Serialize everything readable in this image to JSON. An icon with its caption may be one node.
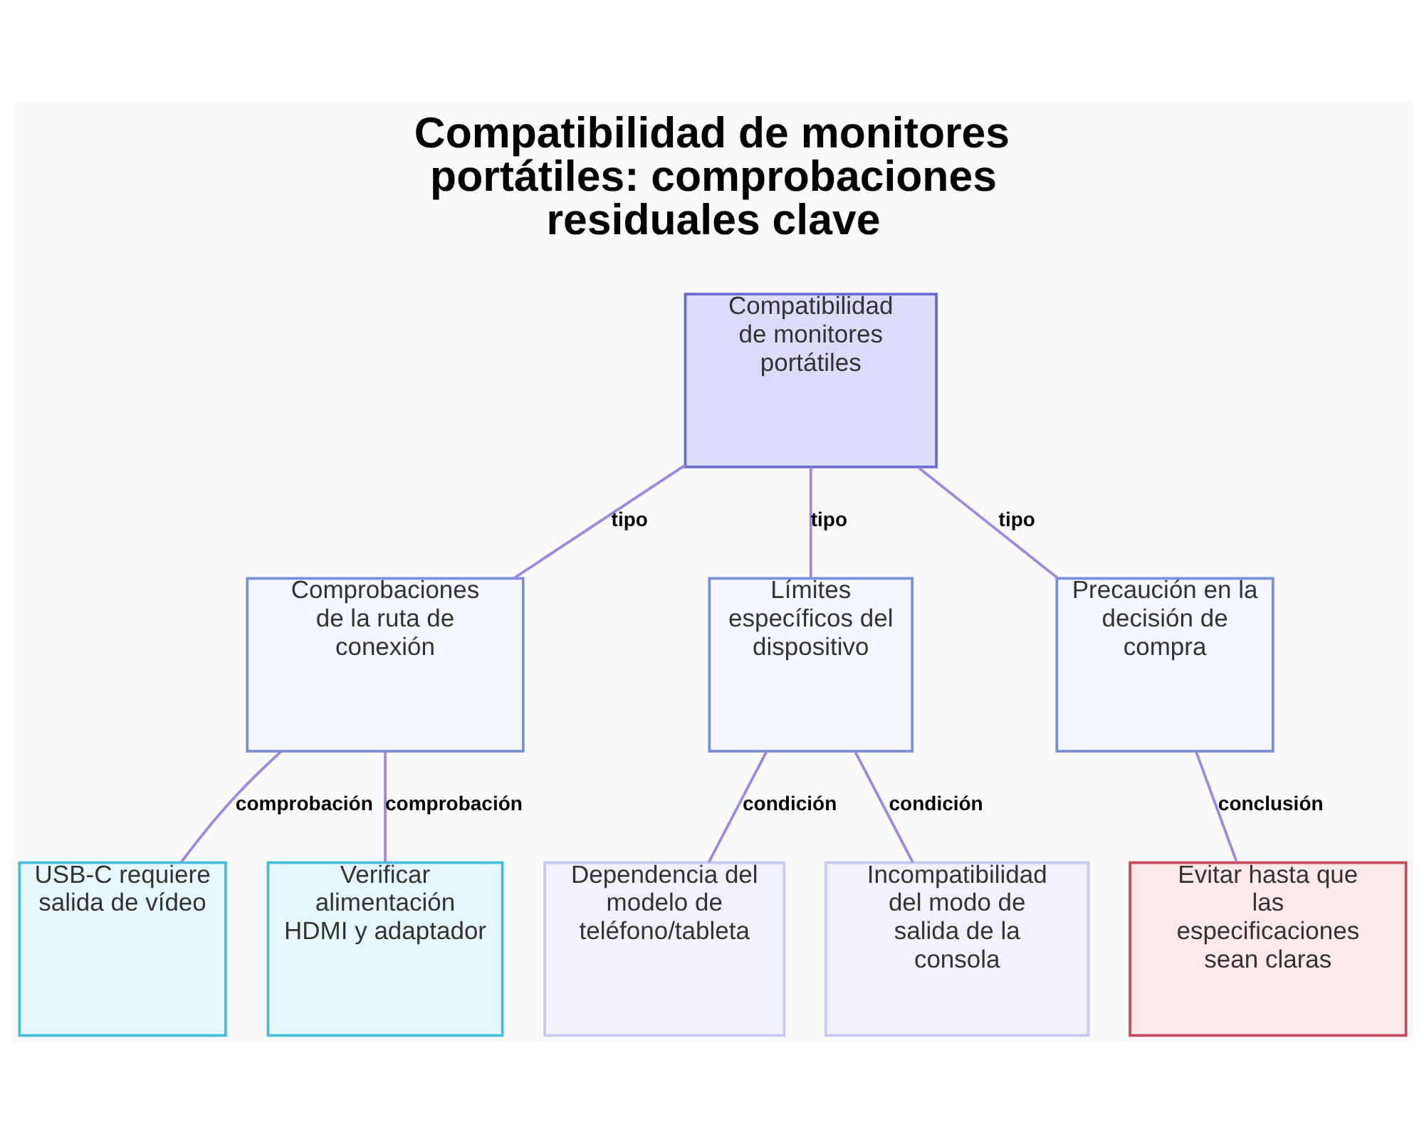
{
  "diagram": {
    "title": "Compatibilidad de monitores portátiles: comprobaciones residuales clave",
    "nodes": [
      {
        "text": [
          "Compatibilidad de monitores portátiles"
        ]
      },
      {
        "text": [
          "Comprobaciones de la ruta de conexión"
        ]
      },
      {
        "text": [
          "Límites específicos del dispositivo"
        ]
      },
      {
        "text": [
          "Precaución en la decisión de compra"
        ]
      },
      {
        "text": [
          "USB-C requiere salida de vídeo"
        ]
      },
      {
        "text": [
          "Verificar alimentación HDMI y adaptador"
        ]
      },
      {
        "text": [
          "Dependencia del modelo de teléfono/tableta"
        ]
      },
      {
        "text": [
          "Incompatibilidad del modo de salida de la consola"
        ]
      },
      {
        "text": [
          "Evitar hasta que las especificaciones sean claras"
        ]
      }
    ],
    "edges": [
      {
        "from": 0,
        "to": 1,
        "arrow": "none",
        "label": "tipo"
      },
      {
        "from": 0,
        "to": 2,
        "arrow": "none",
        "label": "tipo"
      },
      {
        "from": 0,
        "to": 3,
        "arrow": "none",
        "label": "tipo"
      },
      {
        "from": 1,
        "to": 4,
        "arrow": "none",
        "label": "comprobación"
      },
      {
        "from": 1,
        "to": 5,
        "arrow": "none",
        "label": "comprobación"
      },
      {
        "from": 2,
        "to": 6,
        "arrow": "none",
        "label": "condición"
      },
      {
        "from": 2,
        "to": 7,
        "arrow": "none",
        "label": "condición"
      },
      {
        "from": 3,
        "to": 8,
        "arrow": "none",
        "label": "conclusión"
      }
    ]
  }
}
